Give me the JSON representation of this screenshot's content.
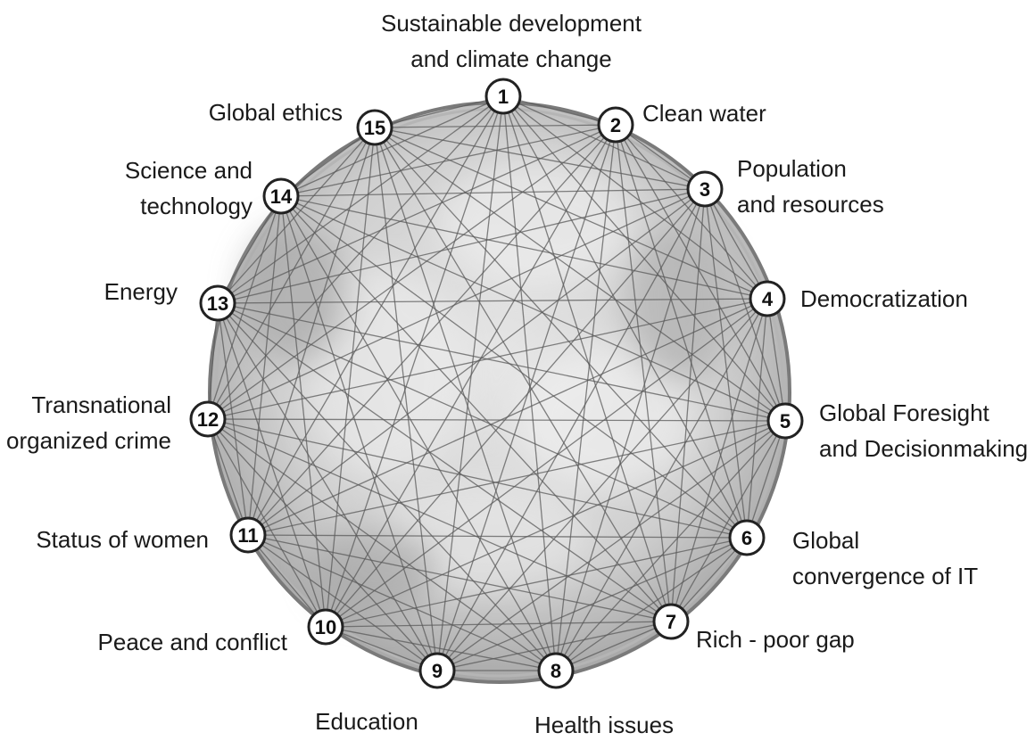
{
  "diagram": {
    "nodes": [
      {
        "id": "1",
        "label": [
          "Sustainable development",
          "and climate change"
        ]
      },
      {
        "id": "2",
        "label": [
          "Clean water"
        ]
      },
      {
        "id": "3",
        "label": [
          "Population",
          "and resources"
        ]
      },
      {
        "id": "4",
        "label": [
          "Democratization"
        ]
      },
      {
        "id": "5",
        "label": [
          "Global Foresight",
          "and Decisionmaking"
        ]
      },
      {
        "id": "6",
        "label": [
          "Global",
          "convergence of IT"
        ]
      },
      {
        "id": "7",
        "label": [
          "Rich - poor gap"
        ]
      },
      {
        "id": "8",
        "label": [
          "Health issues"
        ]
      },
      {
        "id": "9",
        "label": [
          "Education"
        ]
      },
      {
        "id": "10",
        "label": [
          "Peace and conflict"
        ]
      },
      {
        "id": "11",
        "label": [
          "Status of women"
        ]
      },
      {
        "id": "12",
        "label": [
          "Transnational",
          "organized crime"
        ]
      },
      {
        "id": "13",
        "label": [
          "Energy"
        ]
      },
      {
        "id": "14",
        "label": [
          "Science and",
          "technology"
        ]
      },
      {
        "id": "15",
        "label": [
          "Global ethics"
        ]
      }
    ],
    "connectivity": "every-node-to-every-node",
    "colors": {
      "globe_fill": "#c8c8c8",
      "globe_edge": "#7a7a7a",
      "link_line": "#5a5a5a",
      "node_fill": "#ffffff",
      "node_stroke": "#222222"
    }
  }
}
